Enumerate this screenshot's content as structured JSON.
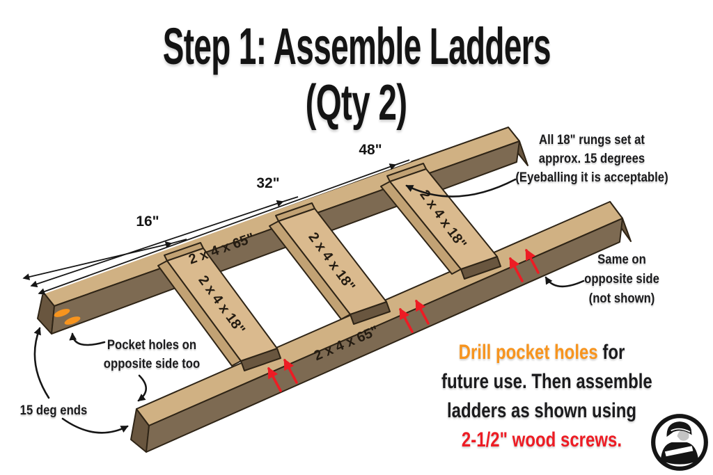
{
  "title": {
    "line1": "Step 1: Assemble Ladders",
    "line2": "(Qty 2)"
  },
  "dimension_labels": {
    "d16": "16\"",
    "d32": "32\"",
    "d48": "48\""
  },
  "board_labels": {
    "top_rail": "2 x 4 x 65\"",
    "bottom_rail": "2 x 4 x 65\"",
    "rung_1": "2 x 4 x 18\"",
    "rung_2": "2 x 4 x 18\"",
    "rung_3": "2 x 4 x 18\""
  },
  "notes": {
    "rung_angle": {
      "line1": "All 18\" rungs set at",
      "line2": "approx. 15 degrees",
      "line3": "(Eyeballing it is acceptable)"
    },
    "opposite_side": {
      "line1": "Same on",
      "line2": "opposite side",
      "line3": "(not shown)"
    },
    "pocket_holes": {
      "line1": "Pocket holes on",
      "line2": "opposite side too"
    },
    "angled_ends": {
      "text": "15 deg ends"
    }
  },
  "instruction": {
    "highlight_orange": "Drill pocket holes",
    "line1_rest": " for",
    "line2": "future use. Then assemble",
    "line3": "ladders as shown using",
    "highlight_red": "2-1/2\" wood screws."
  },
  "colors": {
    "orange_accent": "#F7941E",
    "red_accent": "#ED1C24",
    "wood_top_rail": "#D0B183",
    "wood_top_rung": "#DABA8E",
    "wood_side": "#C2A274",
    "wood_front": "#7D6A52",
    "wood_end": "#69563F",
    "outline": "#2E2416",
    "text": "#1B1B1D"
  },
  "logo": {
    "label": "woodworker-badge"
  }
}
